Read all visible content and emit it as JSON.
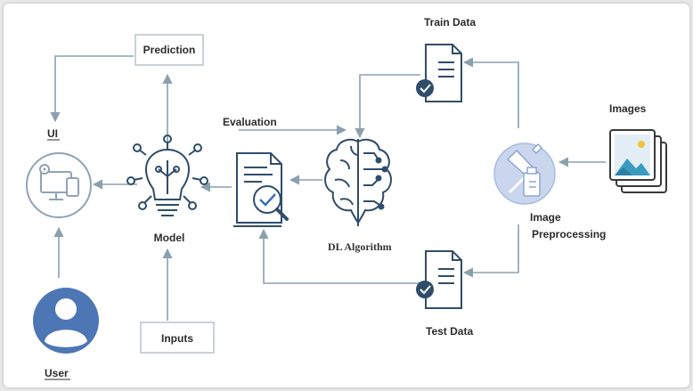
{
  "labels": {
    "prediction": "Prediction",
    "ui": "UI",
    "model": "Model",
    "inputs": "Inputs",
    "user": "User",
    "evaluation": "Evaluation",
    "dl_algorithm": "DL Algorithm",
    "train_data": "Train Data",
    "test_data": "Test Data",
    "images": "Images",
    "image_preprocessing_line1": "Image",
    "image_preprocessing_line2": "Preprocessing"
  },
  "colors": {
    "arrow": "#8aa0ad",
    "icon_stroke": "#2f4d6a",
    "accent_blue": "#3a6fb5",
    "ui_circle": "#8fa3b5",
    "user_fill": "#4d76b5",
    "preproc_fill": "#c9d6ee",
    "box_border": "#b9c2c8"
  }
}
